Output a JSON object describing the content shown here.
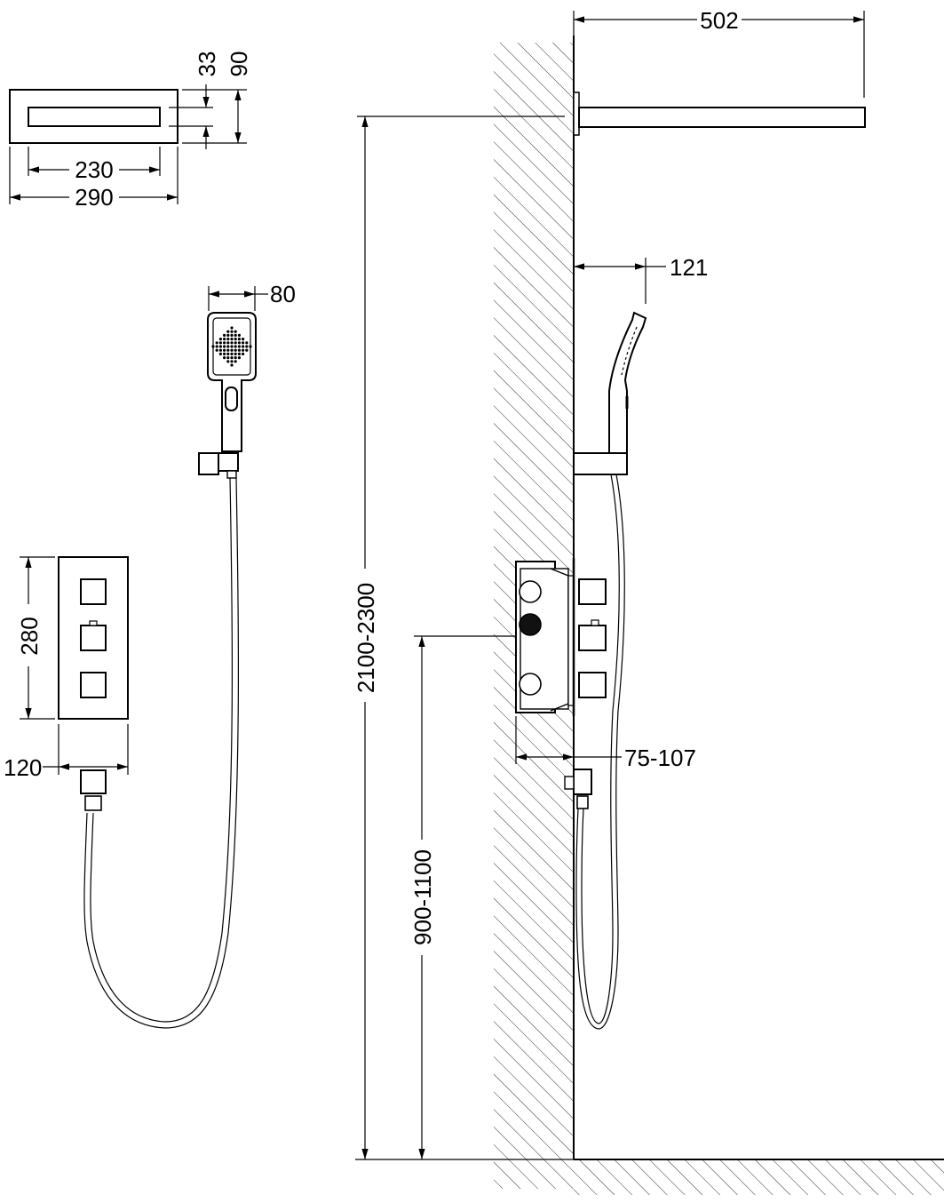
{
  "dimensions": {
    "showerhead_outlet_height": "33",
    "showerhead_total_height": "90",
    "showerhead_outlet_width": "230",
    "showerhead_total_width": "290",
    "handshower_head_width": "80",
    "valve_plate_height": "280",
    "hose_outlet_width": "120",
    "arm_projection": "502",
    "handshower_projection": "121",
    "showerhead_install_height": "2100-2300",
    "valve_install_height": "900-1100",
    "valve_box_depth": "75-107"
  },
  "colors": {
    "line": "#000000",
    "background": "#ffffff",
    "hatch": "#333333"
  }
}
